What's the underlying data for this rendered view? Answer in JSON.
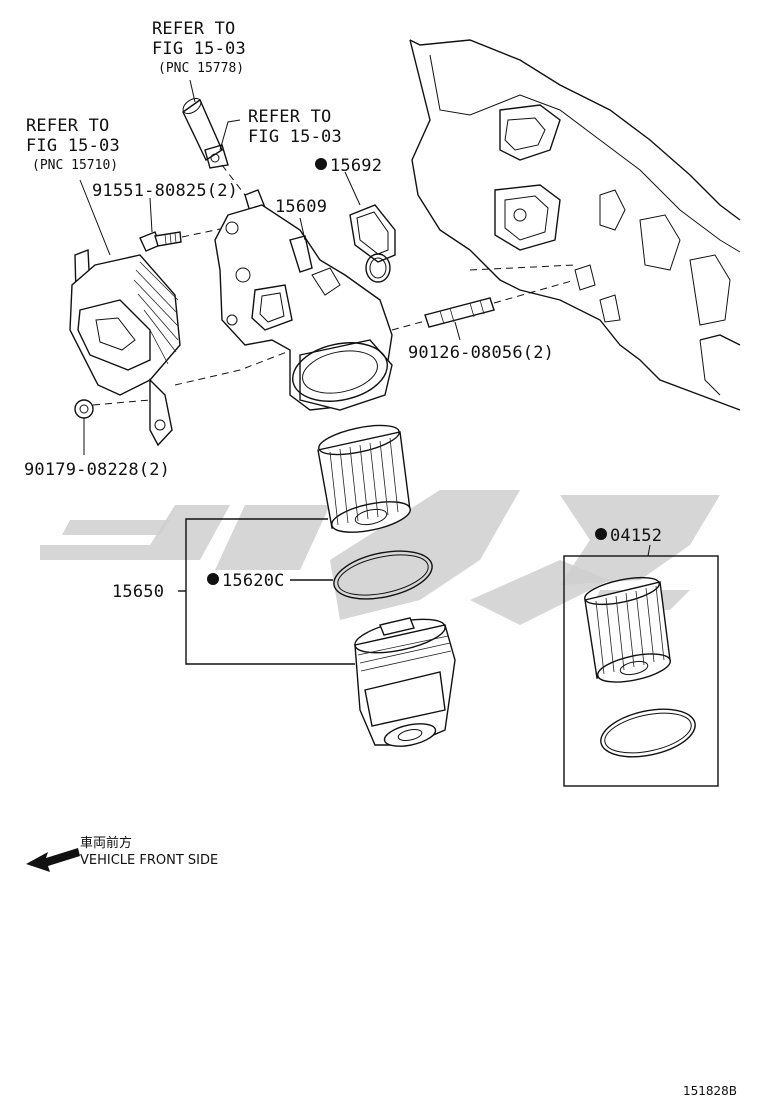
{
  "callouts": {
    "refer_top": {
      "line1": "REFER TO",
      "line2": "FIG 15-03",
      "pnc": "(PNC 15778)"
    },
    "refer_left": {
      "line1": "REFER TO",
      "line2": "FIG 15-03",
      "pnc": "(PNC 15710)"
    },
    "refer_mid": {
      "line1": "REFER TO",
      "line2": "FIG 15-03"
    }
  },
  "parts": {
    "bolt": "91551-80825(2)",
    "housing": "15609",
    "gasket": "15692",
    "stud": "90126-08056(2)",
    "plug_gasket": "90179-08228(2)",
    "filter_assy": "15650",
    "oring": "15620C",
    "element_kit": "04152"
  },
  "direction": {
    "jp": "車両前方",
    "en": "VEHICLE FRONT SIDE"
  },
  "figure_number": "151828B",
  "colors": {
    "line": "#111111",
    "watermark": "#cfcfcf"
  }
}
